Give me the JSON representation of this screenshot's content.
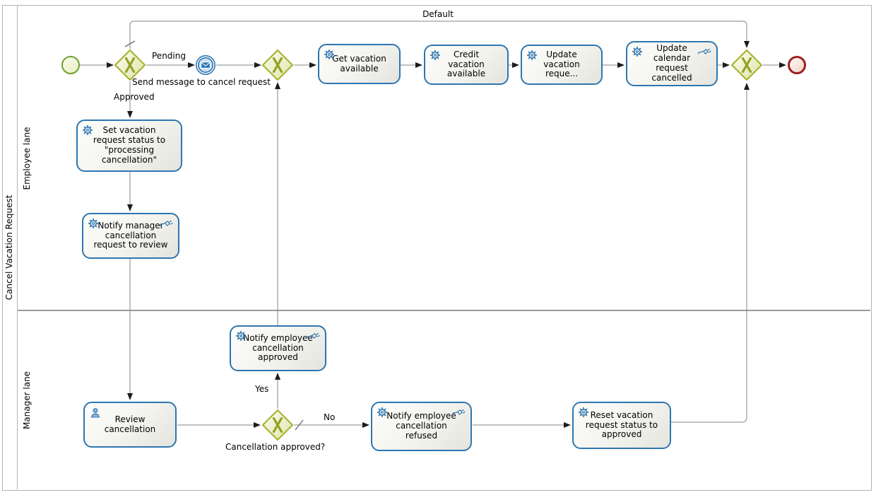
{
  "pool": {
    "title": "Cancel Vacation Request",
    "lanes": [
      {
        "label": "Employee lane"
      },
      {
        "label": "Manager lane"
      }
    ]
  },
  "tasks": [
    {
      "label": "Get vacation available",
      "icons": [
        "gear-icon"
      ]
    },
    {
      "label": "Credit vacation available",
      "icons": [
        "gear-icon"
      ]
    },
    {
      "label": "Update vacation reque...",
      "icons": [
        "gear-icon"
      ]
    },
    {
      "label": "Update calendar request cancelled",
      "icons": [
        "gear-icon",
        "plug-icon"
      ]
    },
    {
      "label": "Set vacation request status to \"processing cancellation\"",
      "icons": [
        "gear-icon"
      ]
    },
    {
      "label": "Notify manager cancellation request to review",
      "icons": [
        "gear-icon",
        "plug-icon"
      ]
    },
    {
      "label": "Review cancellation",
      "icons": [
        "user-icon"
      ]
    },
    {
      "label": "Notify employee cancellation approved",
      "icons": [
        "gear-icon",
        "plug-icon"
      ]
    },
    {
      "label": "Notify employee cancellation refused",
      "icons": [
        "gear-icon",
        "plug-icon"
      ]
    },
    {
      "label": "Reset vacation request status to approved",
      "icons": [
        "gear-icon"
      ]
    }
  ],
  "events": {
    "start": {
      "icon": "start-circle"
    },
    "message": {
      "label": "Send message to cancel request",
      "icon": "envelope-icon"
    },
    "end": {
      "icon": "end-circle"
    }
  },
  "labels": {
    "default": "Default",
    "pending": "Pending",
    "approved": "Approved",
    "yes": "Yes",
    "no": "No",
    "cancellation_approved": "Cancellation approved?"
  },
  "colors": {
    "task_border": "#2e76b0",
    "gateway_border": "#a9b430",
    "gateway_x": "#93a224",
    "start_event_border": "#6fa032",
    "end_event_border": "#9c2020",
    "message_event": "#2e76b0",
    "flow_line": "#858585",
    "lane_border": "#9b9b9b",
    "text": "#000000"
  }
}
